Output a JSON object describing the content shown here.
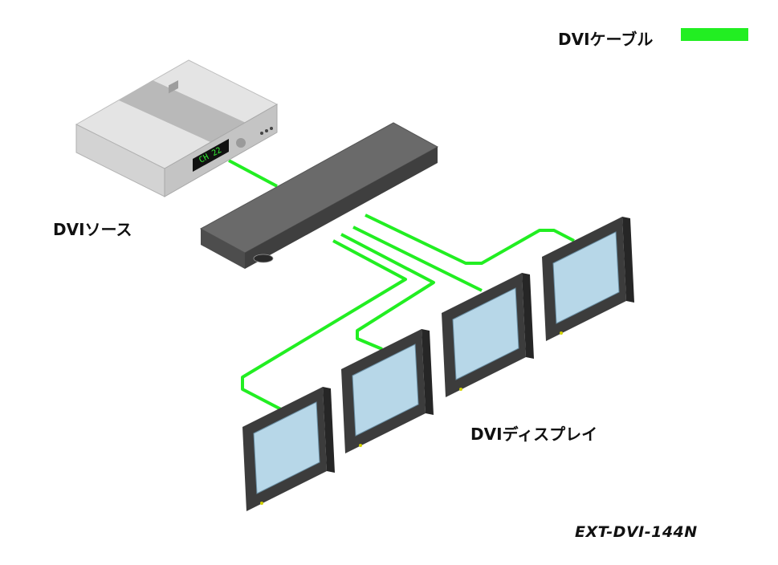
{
  "legend": {
    "label": "DVIケーブル",
    "color": "#22ee22"
  },
  "labels": {
    "source": "DVIソース",
    "displays": "DVIディスプレイ",
    "model": "EXT-DVI-144N"
  },
  "devices": {
    "source_readout": "CH 22"
  },
  "colors": {
    "cable": "#22ee22",
    "screen": "#b7d7e8",
    "bezel": "#4a4a4a",
    "switch_body": "#5a5a5a"
  }
}
